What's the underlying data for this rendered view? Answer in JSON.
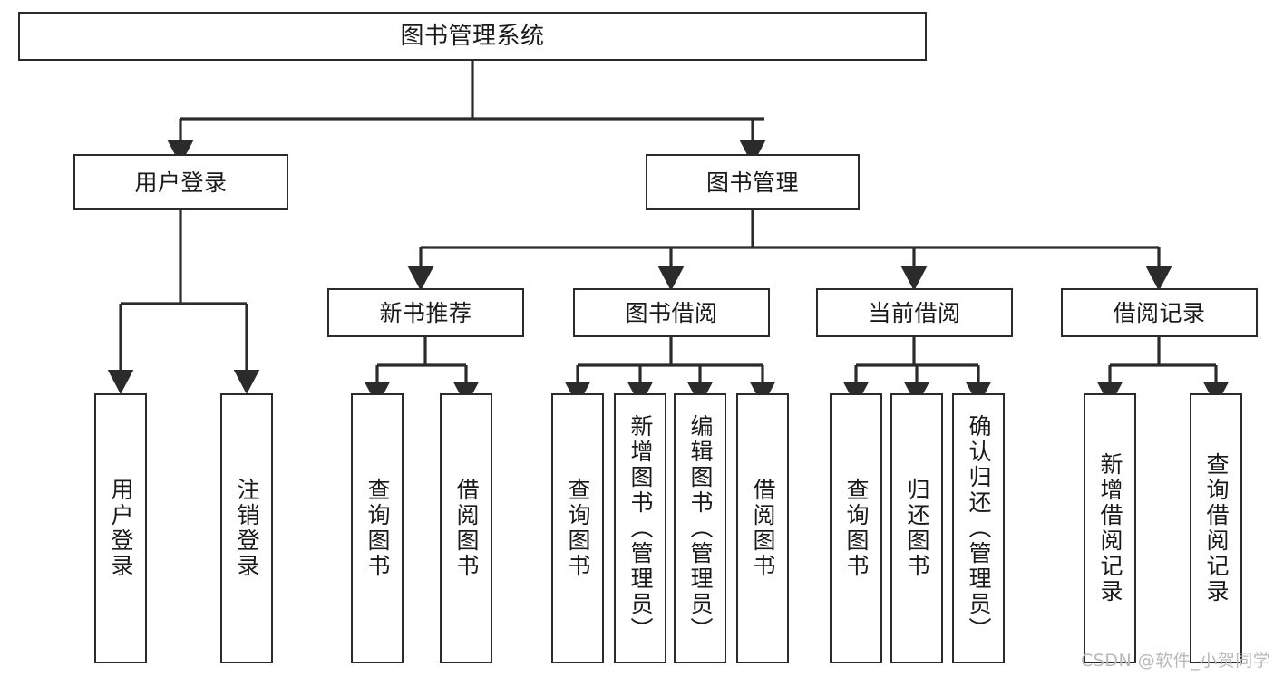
{
  "diagram": {
    "type": "tree-hierarchy-diagram",
    "root": {
      "id": "root",
      "label": "图书管理系统"
    },
    "level2": [
      {
        "id": "user-login",
        "label": "用户登录"
      },
      {
        "id": "book-management",
        "label": "图书管理"
      }
    ],
    "level3": [
      {
        "id": "new-book-recommend",
        "label": "新书推荐"
      },
      {
        "id": "book-borrow",
        "label": "图书借阅"
      },
      {
        "id": "current-borrow",
        "label": "当前借阅"
      },
      {
        "id": "borrow-record",
        "label": "借阅记录"
      }
    ],
    "leaves": {
      "user_login": [
        {
          "id": "leaf-user-login",
          "label": "用户登录"
        },
        {
          "id": "leaf-logout",
          "label": "注销登录"
        }
      ],
      "new_book_recommend": [
        {
          "id": "leaf-query-book-1",
          "label": "查询图书"
        },
        {
          "id": "leaf-borrow-book-1",
          "label": "借阅图书"
        }
      ],
      "book_borrow": [
        {
          "id": "leaf-query-book-2",
          "label": "查询图书"
        },
        {
          "id": "leaf-add-book",
          "label": "新增图书（管理员）"
        },
        {
          "id": "leaf-edit-book",
          "label": "编辑图书（管理员）"
        },
        {
          "id": "leaf-borrow-book-2",
          "label": "借阅图书"
        }
      ],
      "current_borrow": [
        {
          "id": "leaf-query-book-3",
          "label": "查询图书"
        },
        {
          "id": "leaf-return-book",
          "label": "归还图书"
        },
        {
          "id": "leaf-confirm-return",
          "label": "确认归还（管理员）"
        }
      ],
      "borrow_record": [
        {
          "id": "leaf-add-record",
          "label": "新增借阅记录"
        },
        {
          "id": "leaf-query-record",
          "label": "查询借阅记录"
        }
      ]
    }
  },
  "watermark": {
    "text": "CSDN @软件_小贺同学"
  },
  "colors": {
    "border": "#2b2b2b",
    "background": "#ffffff",
    "text": "#1a1a1a",
    "watermark": "#b9b9b9"
  }
}
